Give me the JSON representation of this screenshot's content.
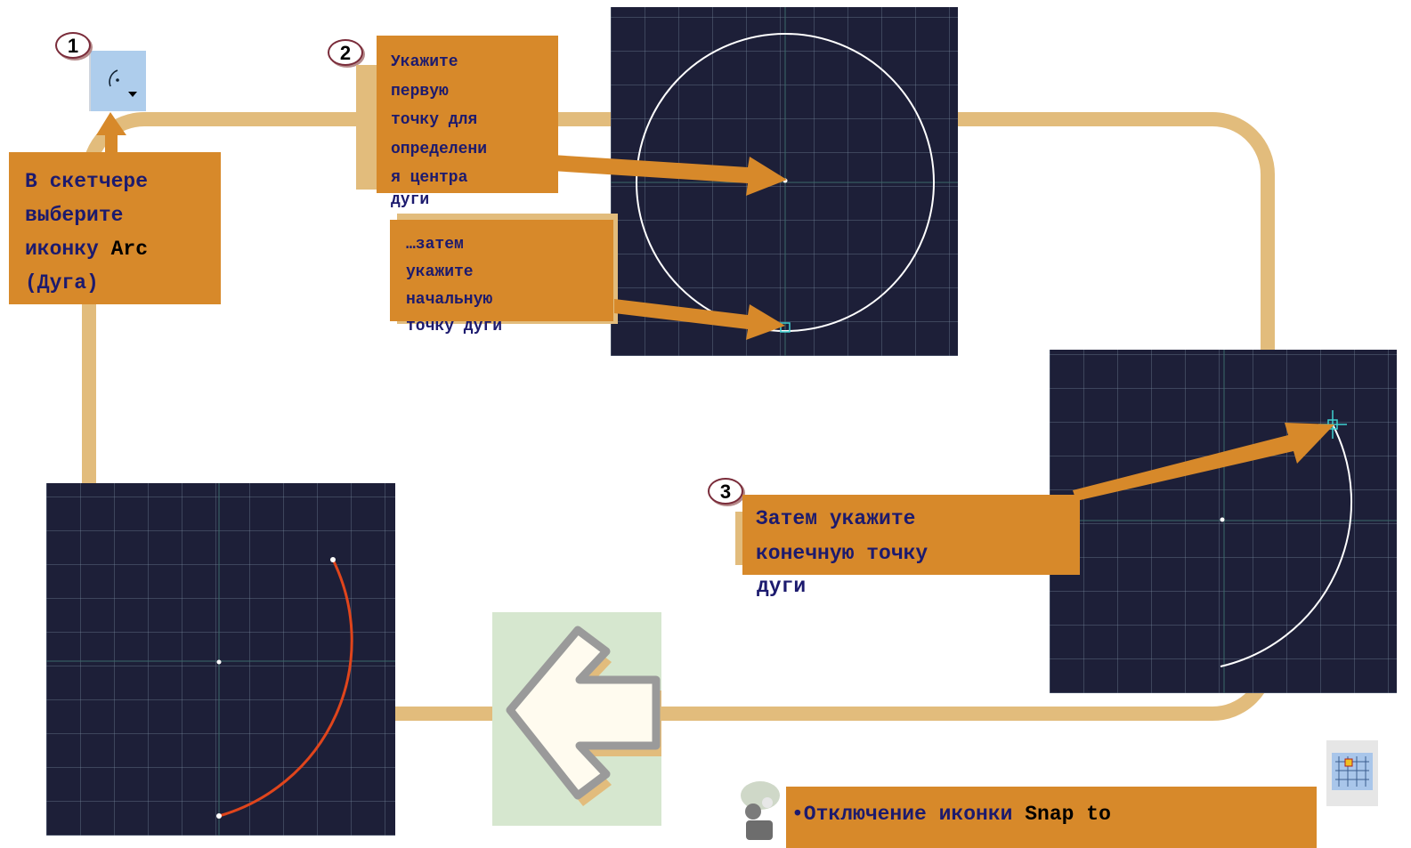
{
  "steps": {
    "step1": {
      "badge": "1",
      "text_plain": "В скетчере выберите иконку ",
      "text_bold": "Arc",
      "text_tail": " (Дуга)"
    },
    "step2": {
      "badge": "2",
      "lines": [
        "Укажите",
        "первую",
        "точку для",
        "определени",
        "я центра"
      ],
      "overflow": "дуги",
      "sub_lines": [
        "…затем",
        "укажите",
        "начальную"
      ],
      "sub_overflow": "точку дуги"
    },
    "step3": {
      "badge": "3",
      "lines": [
        "Затем укажите",
        "конечную точку"
      ],
      "overflow": "дуги"
    }
  },
  "note": {
    "text_plain": "•Отключение иконки ",
    "text_bold": "Snap to"
  },
  "icons": {
    "arc_tool": "arc-tool-icon",
    "snap_to_point": "snap-to-point-icon",
    "back_arrow": "left-arrow-icon",
    "helper": "helper-figure-icon"
  },
  "colors": {
    "callout": "#d7892a",
    "callout_text": "#1c1a6e",
    "path": "#e2bc7c",
    "canvas": "#1d1f38",
    "arc_white": "#ffffff",
    "arc_result": "#e0451c"
  }
}
